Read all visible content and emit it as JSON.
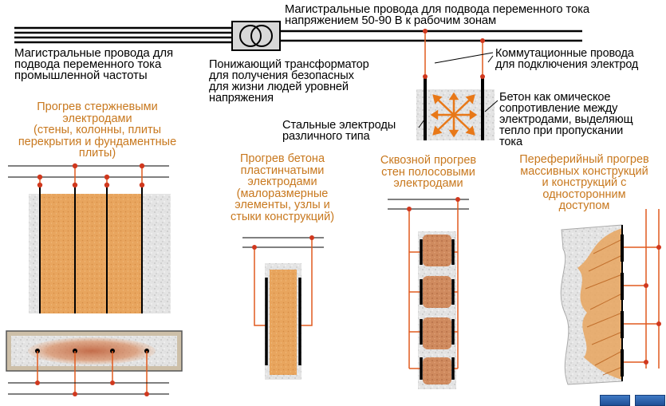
{
  "labels": {
    "top_mains": "Магистральные провода для подвода переменного тока\nнапряжением 50-90 В к рабочим зонам",
    "left_mains": "Магистральные провода для\nподвода переменного тока\nпромышленной частоты",
    "transformer": "Понижающий трансформатор\nдля получения безопасных\nдля жизни людей уровней\nнапряжения",
    "switching_wires": "Коммутационные провода\nдля подключения электрод",
    "steel_electrodes": "Стальные электроды\nразличного типа",
    "concrete_resistance": "Бетон как омическое\nсопротивление между\nэлектродами, выделяющ\nтепло при пропускании\nтока"
  },
  "captions": {
    "rod": "Прогрев стержневыми\nэлектродами\n(стены, колонны, плиты\nперекрытия и фундаментные\nплиты)",
    "plate": "Прогрев бетона\nпластинчатыми\nэлектродами\n(малоразмерные\nэлементы, узлы и\nстыки конструкций)",
    "strip": "Сквозной прогрев\nстен полосовыми\nэлектродами",
    "peripheral": "Переферийный прогрев\nмассивных конструкций\nи конструкций с\nодносторонним\nдоступом"
  },
  "colors": {
    "caption": "#c8781e",
    "wire": "#e05a1e",
    "concrete_orange": "#e8a55e",
    "strip_block": "#c8805a"
  },
  "nav": {
    "prev": "",
    "next": ""
  }
}
